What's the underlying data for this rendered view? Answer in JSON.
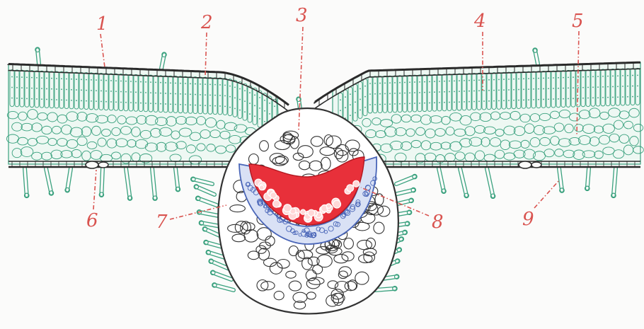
{
  "labels": [
    {
      "id": "1",
      "text": "1"
    },
    {
      "id": "2",
      "text": "2"
    },
    {
      "id": "3",
      "text": "3"
    },
    {
      "id": "4",
      "text": "4"
    },
    {
      "id": "5",
      "text": "5"
    },
    {
      "id": "6",
      "text": "6"
    },
    {
      "id": "7",
      "text": "7"
    },
    {
      "id": "8",
      "text": "8"
    },
    {
      "id": "9",
      "text": "9"
    }
  ],
  "colors": {
    "epidermis": "#2a2a2a",
    "mesophyll": "#3aa17e",
    "xylem": "#e8303a",
    "phloem": "#4a66b8",
    "parenchyma": "#333333",
    "labels": "#d9534f"
  }
}
